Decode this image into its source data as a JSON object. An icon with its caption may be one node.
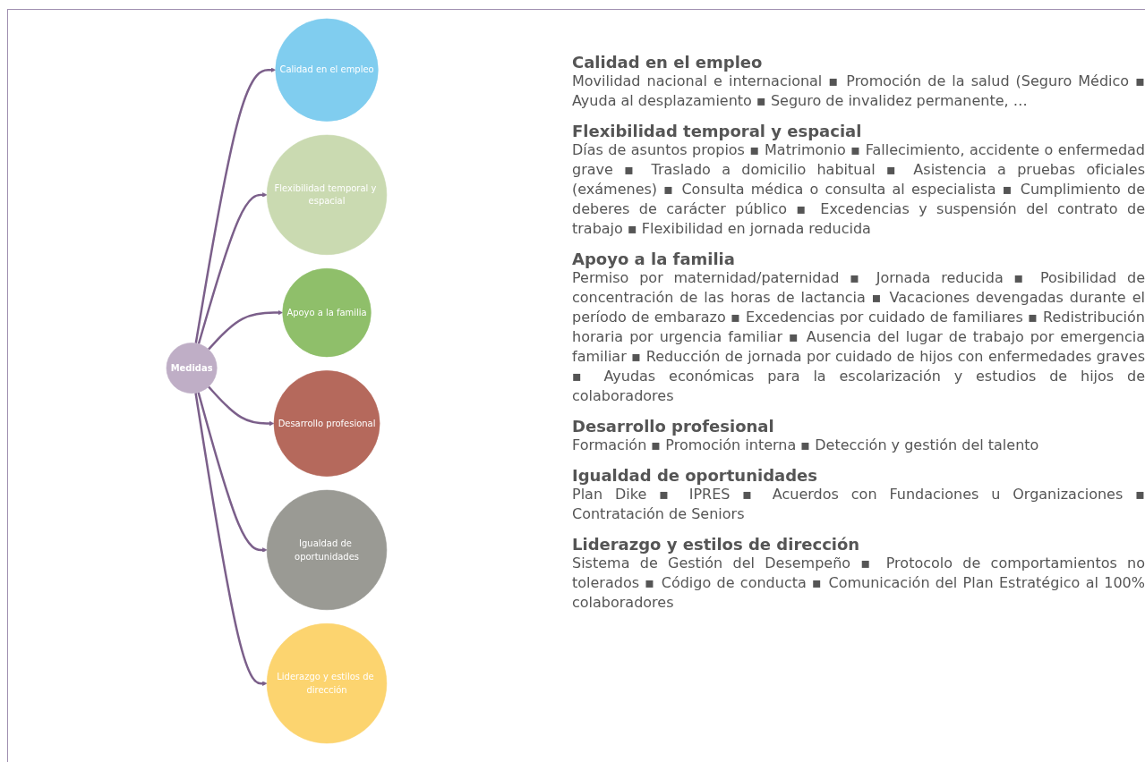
{
  "diagram": {
    "nodes": [
      {
        "text": [
          "Calidad en el empleo"
        ]
      },
      {
        "text": [
          "Liderazgo y estilos de dirección"
        ]
      },
      {
        "text": [
          "Flexibilidad temporal y espacial"
        ]
      },
      {
        "text": [
          "Medidas"
        ]
      },
      {
        "text": [
          "Igualdad de oportunidades"
        ]
      },
      {
        "text": [
          "Apoyo a la familia"
        ]
      },
      {
        "text": [
          "Desarrollo profesional"
        ]
      }
    ],
    "edges": [
      {
        "from": 3,
        "to": 0,
        "arrow": "to"
      },
      {
        "from": 3,
        "to": 2,
        "arrow": "to"
      },
      {
        "from": 3,
        "to": 5,
        "arrow": "to"
      },
      {
        "from": 3,
        "to": 6,
        "arrow": "to"
      },
      {
        "from": 3,
        "to": 4,
        "arrow": "to"
      },
      {
        "from": 3,
        "to": 1,
        "arrow": "to"
      }
    ],
    "labels": [
      "Calidad en el empleo",
      "Movilidad nacional e internacional ▪ Promoción de la salud (Seguro Médico ▪ Ayuda al desplazamiento ▪ Seguro de invalidez permanente, …",
      "Flexibilidad temporal y espacial",
      "Días de asuntos propios ▪ Matrimonio ▪ Fallecimiento, accidente o enfermedad grave ▪ Traslado a domicilio habitual ▪ Asistencia a pruebas oficiales (exámenes) ▪ Consulta médica o consulta al especialista ▪ Cumplimiento de deberes de carácter público ▪ Excedencias y suspensión del contrato de trabajo ▪ Flexibilidad en jornada reducida",
      "Apoyo a la familia",
      "Permiso por maternidad/paternidad ▪ Jornada reducida ▪ Posibilidad de concentración de las horas de lactancia ▪ Vacaciones devengadas durante el período de embarazo ▪ Excedencias por cuidado de familiares ▪ Redistribución horaria por urgencia familiar ▪ Ausencia del lugar de trabajo por emergencia familiar ▪ Reducción de jornada por cuidado de hijos con enfermedades graves ▪ Ayudas económicas para la escolarización y estudios de hijos de colaboradores",
      "Desarrollo profesional",
      "Formación ▪ Promoción interna ▪ Detección y gestión del talento",
      "Igualdad de oportunidades",
      "Plan Dike ▪ IPRES ▪ Acuerdos con Fundaciones u Organizaciones ▪ Contratación de Seniors",
      "Liderazgo y estilos de dirección",
      "Sistema de Gestión del Desempeño ▪ Protocolo de comportamientos no tolerados ▪ Código de conducta ▪ Comunicación del Plan Estratégico al 100% colaboradores"
    ]
  }
}
